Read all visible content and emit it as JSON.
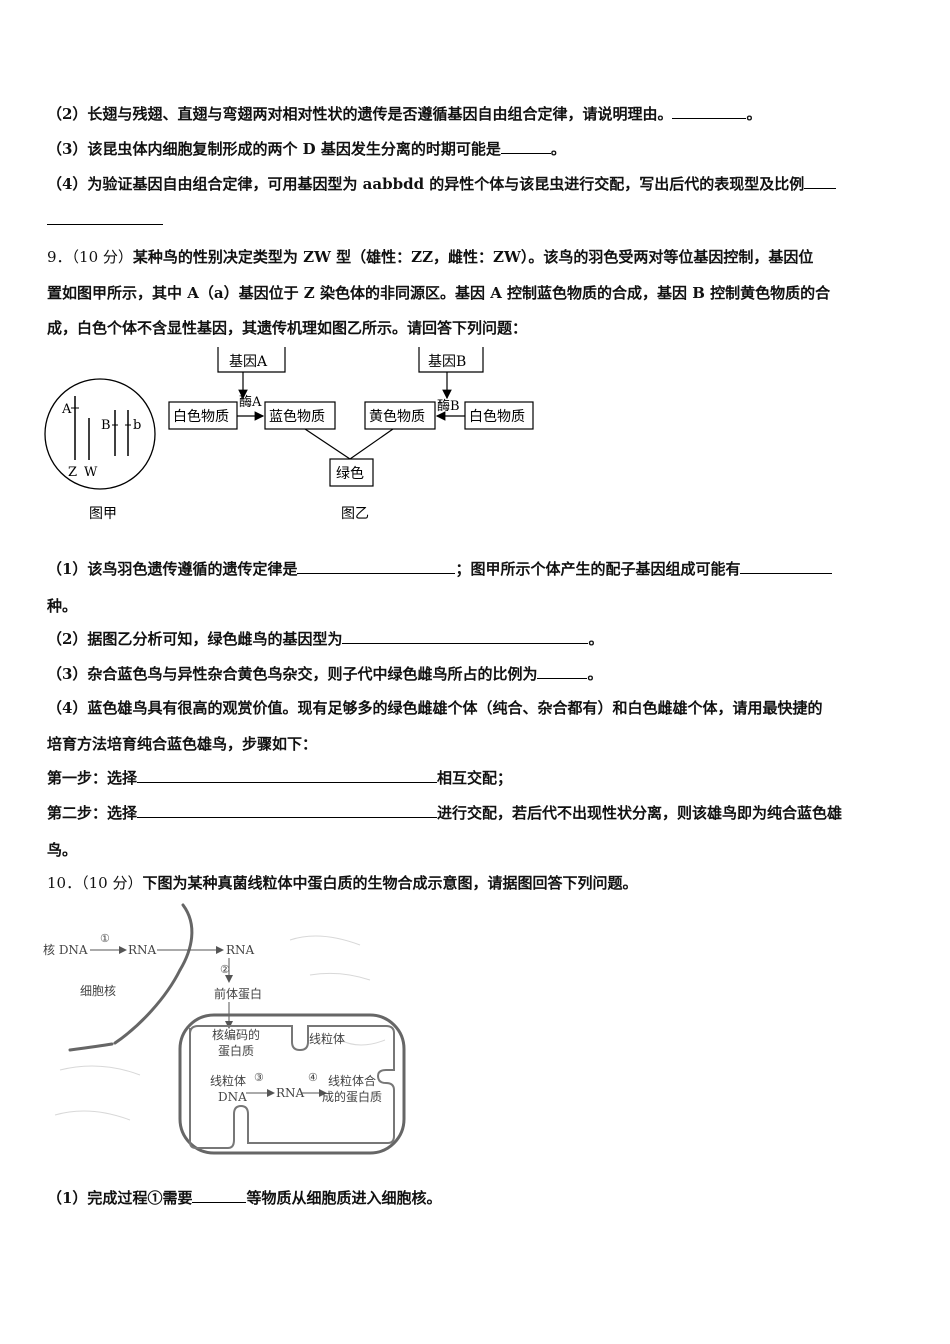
{
  "q8": {
    "p2": "（2）长翅与残翅、直翅与弯翅两对相对性状的遗传是否遵循基因自由组合定律，请说明理由。",
    "p2_end": "。",
    "p3": "（3）该昆虫体内细胞复制形成的两个 D 基因发生分离的时期可能是",
    "p3_end": "。",
    "p4": "（4）为验证基因自由组合定律，可用基因型为 aabbdd 的异性个体与该昆虫进行交配，写出后代的表现型及比例"
  },
  "q9": {
    "num": "9．",
    "score": "（10 分）",
    "intro1": "某种鸟的性别决定类型为 ZW 型（雄性：ZZ，雌性：ZW）。该鸟的羽色受两对等位基因控制，基因位",
    "intro2": "置如图甲所示，其中 A（a）基因位于 Z 染色体的非同源区。基因 A 控制蓝色物质的合成，基因 B 控制黄色物质的合",
    "intro3": "成，白色个体不含显性基因，其遗传机理如图乙所示。请回答下列问题：",
    "fig_jia": {
      "caption": "图甲",
      "label_A": "A",
      "label_B": "B",
      "label_b": "b",
      "label_Z": "Z",
      "label_W": "W"
    },
    "fig_yi": {
      "caption": "图乙",
      "gene_a": "基因A",
      "gene_b": "基因B",
      "enzyme_a": "酶A",
      "enzyme_b": "酶B",
      "white1": "白色物质",
      "blue": "蓝色物质",
      "yellow": "黄色物质",
      "white2": "白色物质",
      "green": "绿色"
    },
    "s1a": "（1）该鸟羽色遗传遵循的遗传定律是",
    "s1b": "；图甲所示个体产生的配子基因组成可能有",
    "s1c": "种。",
    "s2": "（2）据图乙分析可知，绿色雌鸟的基因型为",
    "s2_end": "。",
    "s3": "（3）杂合蓝色鸟与异性杂合黄色鸟杂交，则子代中绿色雌鸟所占的比例为",
    "s3_end": "。",
    "s4a": "（4）蓝色雄鸟具有很高的观赏价值。现有足够多的绿色雌雄个体（纯合、杂合都有）和白色雌雄个体，请用最快捷的",
    "s4b": "培育方法培育纯合蓝色雄鸟，步骤如下：",
    "step1a": "第一步：选择",
    "step1b": "相互交配；",
    "step2a": "第二步：选择",
    "step2b": "进行交配，若后代不出现性状分离，则该雄鸟即为纯合蓝色雄",
    "step2c": "鸟。"
  },
  "q10": {
    "num": "10．",
    "score": "（10 分）",
    "intro": "下图为某种真菌线粒体中蛋白质的生物合成示意图，请据图回答下列问题。",
    "fig": {
      "nuclear_dna": "核 DNA",
      "c1": "①",
      "rna1": "RNA",
      "rna2": "RNA",
      "c2": "②",
      "precursor": "前体蛋白",
      "nucleus": "细胞核",
      "nuc_encoded_1": "核编码的",
      "nuc_encoded_2": "蛋白质",
      "mito": "线粒体",
      "mito_dna_1": "线粒体",
      "mito_dna_2": "DNA",
      "c3": "③",
      "rna3": "RNA",
      "c4": "④",
      "mito_protein_1": "线粒体合",
      "mito_protein_2": "成的蛋白质"
    },
    "s1a": "（1）完成过程①需要",
    "s1b": "等物质从细胞质进入细胞核。"
  }
}
